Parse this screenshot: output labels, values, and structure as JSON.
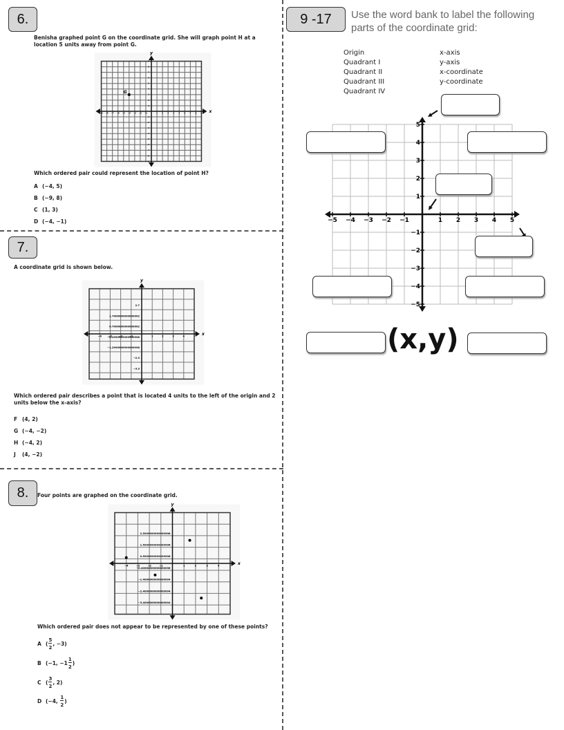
{
  "q6": {
    "number": "6.",
    "text": "Benisha graphed point G on the coordinate grid. She will graph point H at a location 5 units away from point G.",
    "point_label": "G",
    "point": [
      -4,
      3
    ],
    "axis_x": "x",
    "axis_y": "y",
    "question": "Which ordered pair could represent the location of point H?",
    "options": [
      {
        "letter": "A",
        "value": "(−4, 5)"
      },
      {
        "letter": "B",
        "value": "(−9, 8)"
      },
      {
        "letter": "C",
        "value": "(1, 3)"
      },
      {
        "letter": "D",
        "value": "(−4, −1)"
      }
    ]
  },
  "q7": {
    "number": "7.",
    "text": "A coordinate grid is shown below.",
    "axis_x": "x",
    "axis_y": "y",
    "question": "Which ordered pair describes a point that is located 4 units to the left of the origin and 2 units below the x-axis?",
    "options": [
      {
        "letter": "F",
        "value": "(4, 2)"
      },
      {
        "letter": "G",
        "value": "(−4, −2)"
      },
      {
        "letter": "H",
        "value": "(−4, 2)"
      },
      {
        "letter": "J",
        "value": "(4, −2)"
      }
    ]
  },
  "q8": {
    "number": "8.",
    "text": "Four points are graphed on the coordinate grid.",
    "axis_x": "x",
    "axis_y": "y",
    "points": [
      [
        -4,
        0.5
      ],
      [
        -1.5,
        -1
      ],
      [
        1.5,
        2
      ],
      [
        2.5,
        -3
      ]
    ],
    "question_pre": "Which ordered pair does ",
    "question_bold": "not",
    "question_post": " appear to be represented by one of these points?",
    "options": [
      {
        "letter": "A",
        "pre": "(",
        "num": "5",
        "den": "2",
        "post": ", −3)"
      },
      {
        "letter": "B",
        "pre": "(−1, −1",
        "num": "1",
        "den": "2",
        "post": ")"
      },
      {
        "letter": "C",
        "pre": "(",
        "num": "3",
        "den": "2",
        "post": ", 2)"
      },
      {
        "letter": "D",
        "pre": "(−4, ",
        "num": "1",
        "den": "2",
        "post": ")"
      }
    ]
  },
  "q9": {
    "number": "9 -17",
    "instruction": "Use the word bank to label the following parts of the coordinate grid:",
    "bank_col1": [
      "Origin",
      "Quadrant I",
      "Quadrant II",
      "Quadrant III",
      "Quadrant IV"
    ],
    "bank_col2": [
      "x-axis",
      "y-axis",
      "x-coordinate",
      "y-coordinate"
    ],
    "ordered_pair": "(x,y)"
  }
}
